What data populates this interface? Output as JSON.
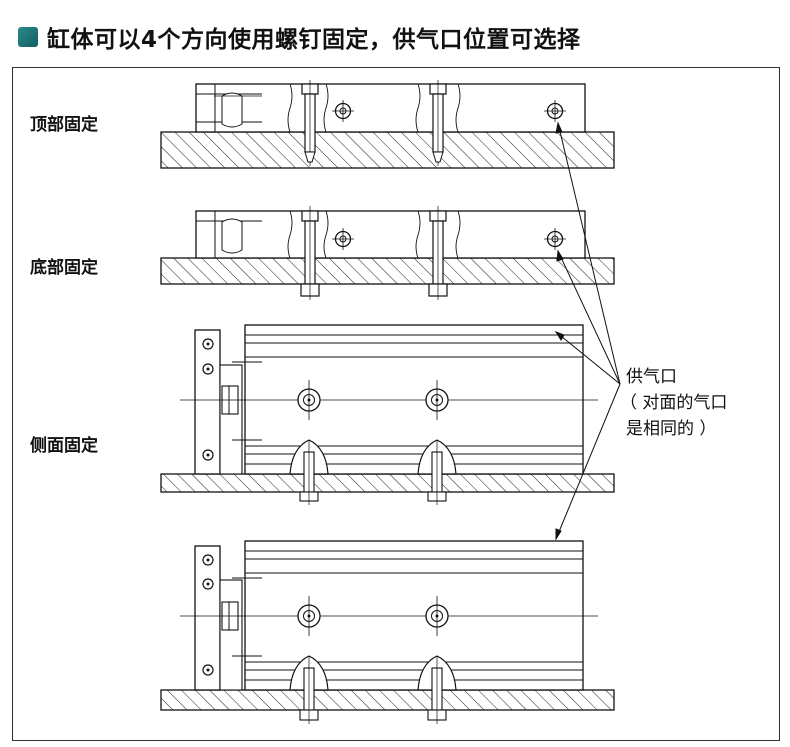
{
  "header": {
    "title": "缸体可以4个方向使用螺钉固定，供气口位置可选择",
    "accent_color": "#1a7a7d",
    "icon": "square-bullet-icon"
  },
  "labels": {
    "top_mount": "顶部固定",
    "bottom_mount": "底部固定",
    "side_mount": "侧面固定"
  },
  "annotation": {
    "line1": "供气口",
    "line2": "（ 对面的气口",
    "line3": "是相同的 ）"
  }
}
